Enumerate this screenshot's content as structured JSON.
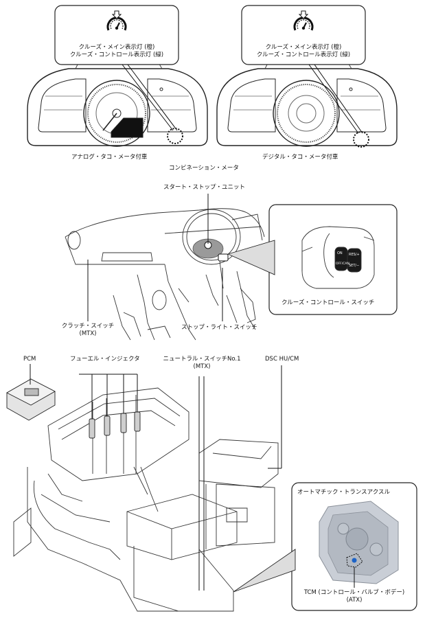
{
  "combination_meter": {
    "title": "コンビネーション・メータ",
    "analog_label": "アナログ・タコ・メータ付車",
    "digital_label": "デジタル・タコ・メータ付車",
    "indicator_line1": "クルーズ・メイン表示灯 (橙)",
    "indicator_line2": "クルーズ・コントロール表示灯 (緑)"
  },
  "dashboard": {
    "start_stop_unit": "スタート・ストップ・ユニット",
    "clutch_switch": "クラッチ・スイッチ",
    "clutch_switch_note": "(MTX)",
    "stop_light_switch": "ストップ・ライト・スイッチ",
    "cruise_control_switch": "クルーズ・コントロール・スイッチ",
    "switch_buttons": [
      "ON",
      "OFF/CAN",
      "RES/+",
      "SET/−"
    ]
  },
  "engine": {
    "pcm": "PCM",
    "fuel_injector": "フューエル・インジェクタ",
    "neutral_switch": "ニュートラル・スイッチNo.1",
    "neutral_switch_note": "(MTX)",
    "dsc": "DSC HU/CM",
    "automatic_transaxle": "オートマチック・トランスアクスル",
    "tcm_line1": "TCM (コントロール・バルブ・ボデー)",
    "tcm_line2": "(ATX)"
  }
}
